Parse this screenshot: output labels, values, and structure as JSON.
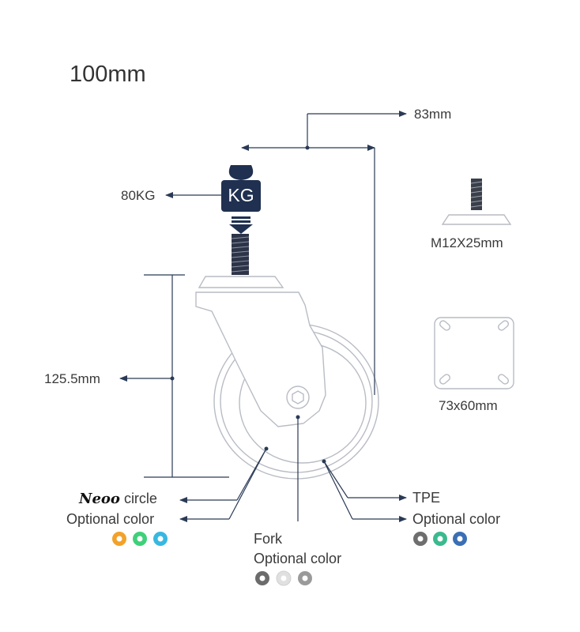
{
  "title": "100mm",
  "dimensions": {
    "width_label": "83mm",
    "height_label": "125.5mm",
    "load_label": "80KG",
    "load_icon_text": "KG"
  },
  "accessories": {
    "stem_label": "M12X25mm",
    "plate_label": "73x60mm"
  },
  "callouts": {
    "brand": "Neoo",
    "circle_label": "circle",
    "circle_color_label": "Optional color",
    "tpe_label": "TPE",
    "tpe_color_label": "Optional color",
    "fork_label": "Fork",
    "fork_color_label": "Optional color"
  },
  "colors": {
    "accent": "#1f3050",
    "line": "#2a3a55",
    "outline": "#b8bcc4",
    "circle_options": [
      "#f2a22a",
      "#3fd07a",
      "#38b8e0"
    ],
    "tpe_options": [
      "#6e6e6e",
      "#3bb98f",
      "#3a6fb5"
    ],
    "fork_options": [
      "#6b6b6b",
      "#e0e0e0",
      "#9a9a9a"
    ]
  }
}
